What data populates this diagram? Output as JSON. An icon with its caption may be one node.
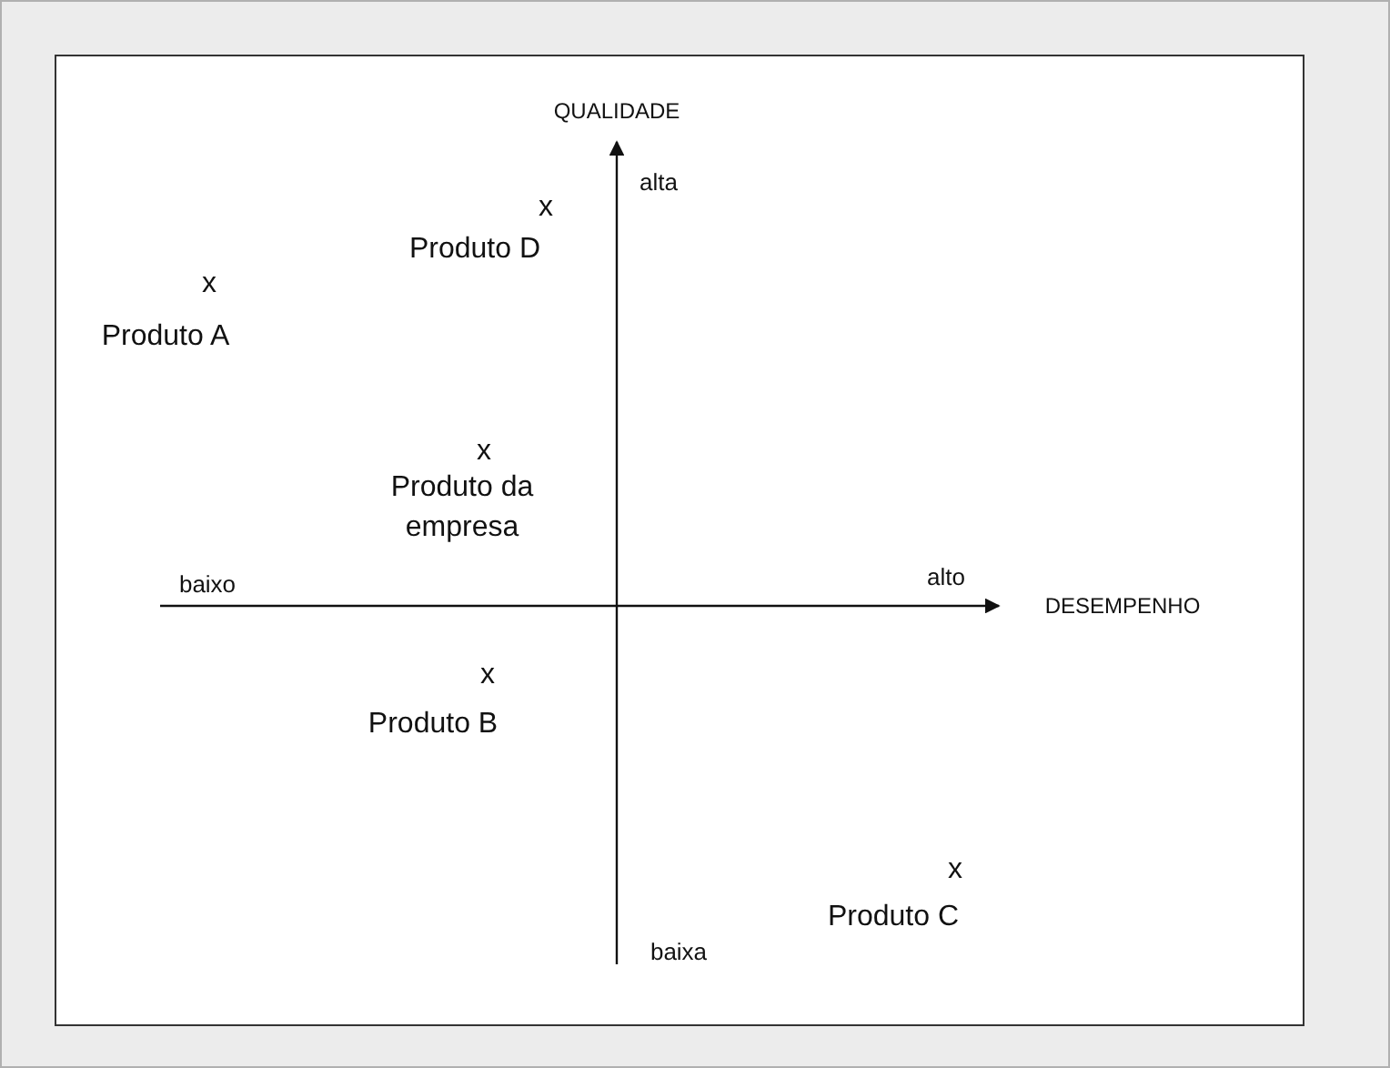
{
  "diagram": {
    "labels": [
      "QUALIDADE",
      "alta",
      "x",
      "Produto D",
      "x",
      "Produto A",
      "x",
      "Produto da empresa",
      "baixo",
      "alto",
      "DESEMPENHO",
      "x",
      "Produto B",
      "x",
      "Produto C",
      "baixa"
    ]
  }
}
